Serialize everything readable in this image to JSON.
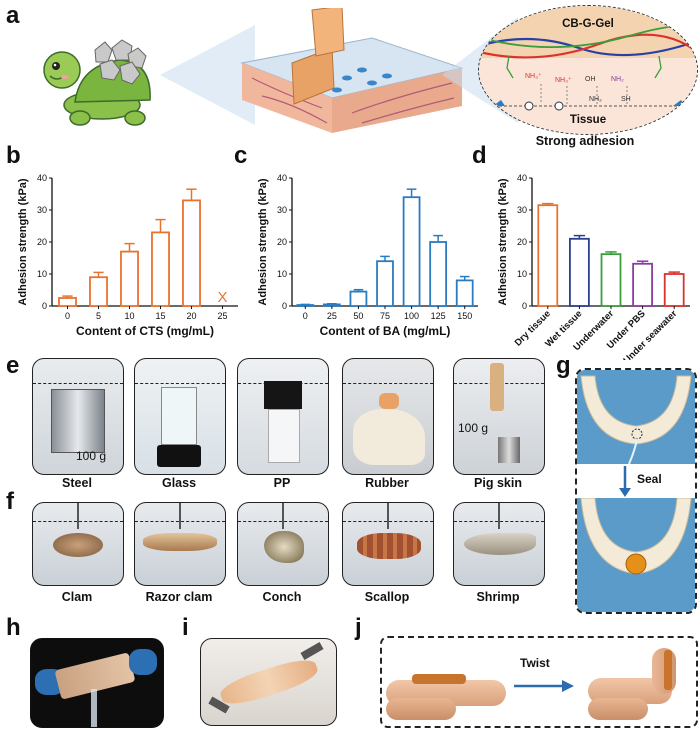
{
  "panels": {
    "a": {
      "label": "a",
      "gel_name": "CB-G-Gel",
      "tissue": "Tissue",
      "caption": "Strong  adhesion",
      "groups": [
        "NH₃⁺",
        "NH₃⁺",
        "OH",
        "NH₂",
        "NH₂",
        "SH"
      ]
    },
    "e": {
      "label": "e",
      "items": [
        "Steel",
        "Glass",
        "PP",
        "Rubber",
        "Pig skin"
      ],
      "weight_steel": "100 g",
      "weight_pig": "100 g"
    },
    "f": {
      "label": "f",
      "items": [
        "Clam",
        "Razor clam",
        "Conch",
        "Scallop",
        "Shrimp"
      ]
    },
    "g": {
      "label": "g",
      "arrow_text": "Seal"
    },
    "h": {
      "label": "h"
    },
    "i": {
      "label": "i"
    },
    "j": {
      "label": "j",
      "arrow_text": "Twist"
    }
  },
  "chart_data": [
    {
      "id": "b",
      "label": "b",
      "type": "bar",
      "color": "#e8732f",
      "categories": [
        "0",
        "5",
        "10",
        "15",
        "20",
        "25"
      ],
      "values": [
        2.5,
        9,
        17,
        23,
        33,
        null
      ],
      "errors": [
        0.6,
        1.5,
        2.5,
        4,
        3.5,
        null
      ],
      "marker_text": "X",
      "xlabel": "Content of CTS (mg/mL)",
      "ylabel": "Adhesion strength (kPa)",
      "ylim": [
        0,
        40
      ],
      "yticks": [
        "0",
        "10",
        "20",
        "30",
        "40"
      ]
    },
    {
      "id": "c",
      "label": "c",
      "type": "bar",
      "color": "#2b7bbf",
      "categories": [
        "0",
        "25",
        "50",
        "75",
        "100",
        "125",
        "150"
      ],
      "values": [
        0.3,
        0.5,
        4.5,
        14,
        34,
        20,
        8
      ],
      "errors": [
        0.2,
        0.2,
        0.6,
        1.5,
        2.5,
        2,
        1.2
      ],
      "xlabel": "Content of BA (mg/mL)",
      "ylabel": "Adhesion strength (kPa)",
      "ylim": [
        0,
        40
      ],
      "yticks": [
        "0",
        "10",
        "20",
        "30",
        "40"
      ]
    },
    {
      "id": "d",
      "label": "d",
      "type": "bar",
      "categories": [
        "Dry tissue",
        "Wet tissue",
        "Underwater",
        "Under PBS",
        "Under seawater"
      ],
      "colors": [
        "#e8732f",
        "#2a3f8f",
        "#3a9e3a",
        "#8b3a9e",
        "#d9342b"
      ],
      "values": [
        31.5,
        21,
        16.2,
        13.2,
        10
      ],
      "errors": [
        0.5,
        1,
        0.7,
        0.8,
        0.6
      ],
      "ylabel": "Adhesion strength (kPa)",
      "ylim": [
        0,
        40
      ],
      "yticks": [
        "0",
        "10",
        "20",
        "30",
        "40"
      ]
    }
  ]
}
